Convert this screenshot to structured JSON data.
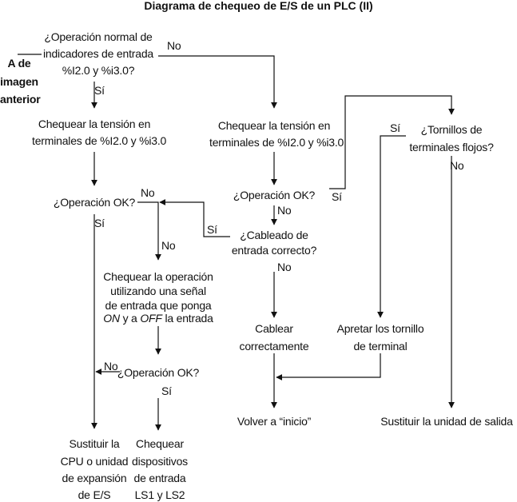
{
  "title": "Diagrama de chequeo de E/S de un PLC (II)",
  "side_note": [
    "A de",
    "imagen",
    "anterior"
  ],
  "nodes": {
    "q_normal_op": [
      "¿Operación normal de",
      "indicadores de entrada",
      "%I2.0 y %i3.0?"
    ],
    "check_voltage_left": [
      "Chequear la tensión en",
      "terminales de %I2.0 y %i3.0"
    ],
    "q_op_ok_left": "¿Operación OK?",
    "check_with_signal": {
      "line1": "Chequear la operación",
      "line2": "utilizando una señal",
      "line3": "de entrada que ponga",
      "on": "ON",
      "y_a": "y a",
      "off": "OFF",
      "la_entrada": "la entrada"
    },
    "q_op_ok_lower": "¿Operación OK?",
    "replace_cpu": [
      "Sustituir la",
      "CPU o unidad",
      "de expansión",
      "de E/S"
    ],
    "check_devices": [
      "Chequear",
      "dispositivos",
      "de entrada",
      "LS1 y LS2"
    ],
    "check_voltage_mid": [
      "Chequear la tensión en",
      "terminales de %I2.0 y %i3.0"
    ],
    "q_op_ok_mid": "¿Operación OK?",
    "q_wiring": [
      "¿Cableado de",
      "entrada correcto?"
    ],
    "rewire": [
      "Cablear",
      "correctamente"
    ],
    "back_to_start": "Volver a “inicio”",
    "q_screws": [
      "¿Tornillos de",
      "terminales flojos?"
    ],
    "tighten": [
      "Apretar los tornillo",
      "de terminal"
    ],
    "replace_output": "Sustituir la unidad de salida"
  },
  "edge_labels": {
    "no_top": "No",
    "si_top": "Sí",
    "no_left_ok": "No",
    "si_left_ok": "Sí",
    "si_loop": "Sí",
    "no_signal": "No",
    "no_lower_ok": "No",
    "si_lower_ok": "Sí",
    "si_mid_ok": "Sí",
    "no_mid_ok": "No",
    "no_wiring": "No",
    "si_screws": "Sí",
    "no_screws": "No"
  }
}
